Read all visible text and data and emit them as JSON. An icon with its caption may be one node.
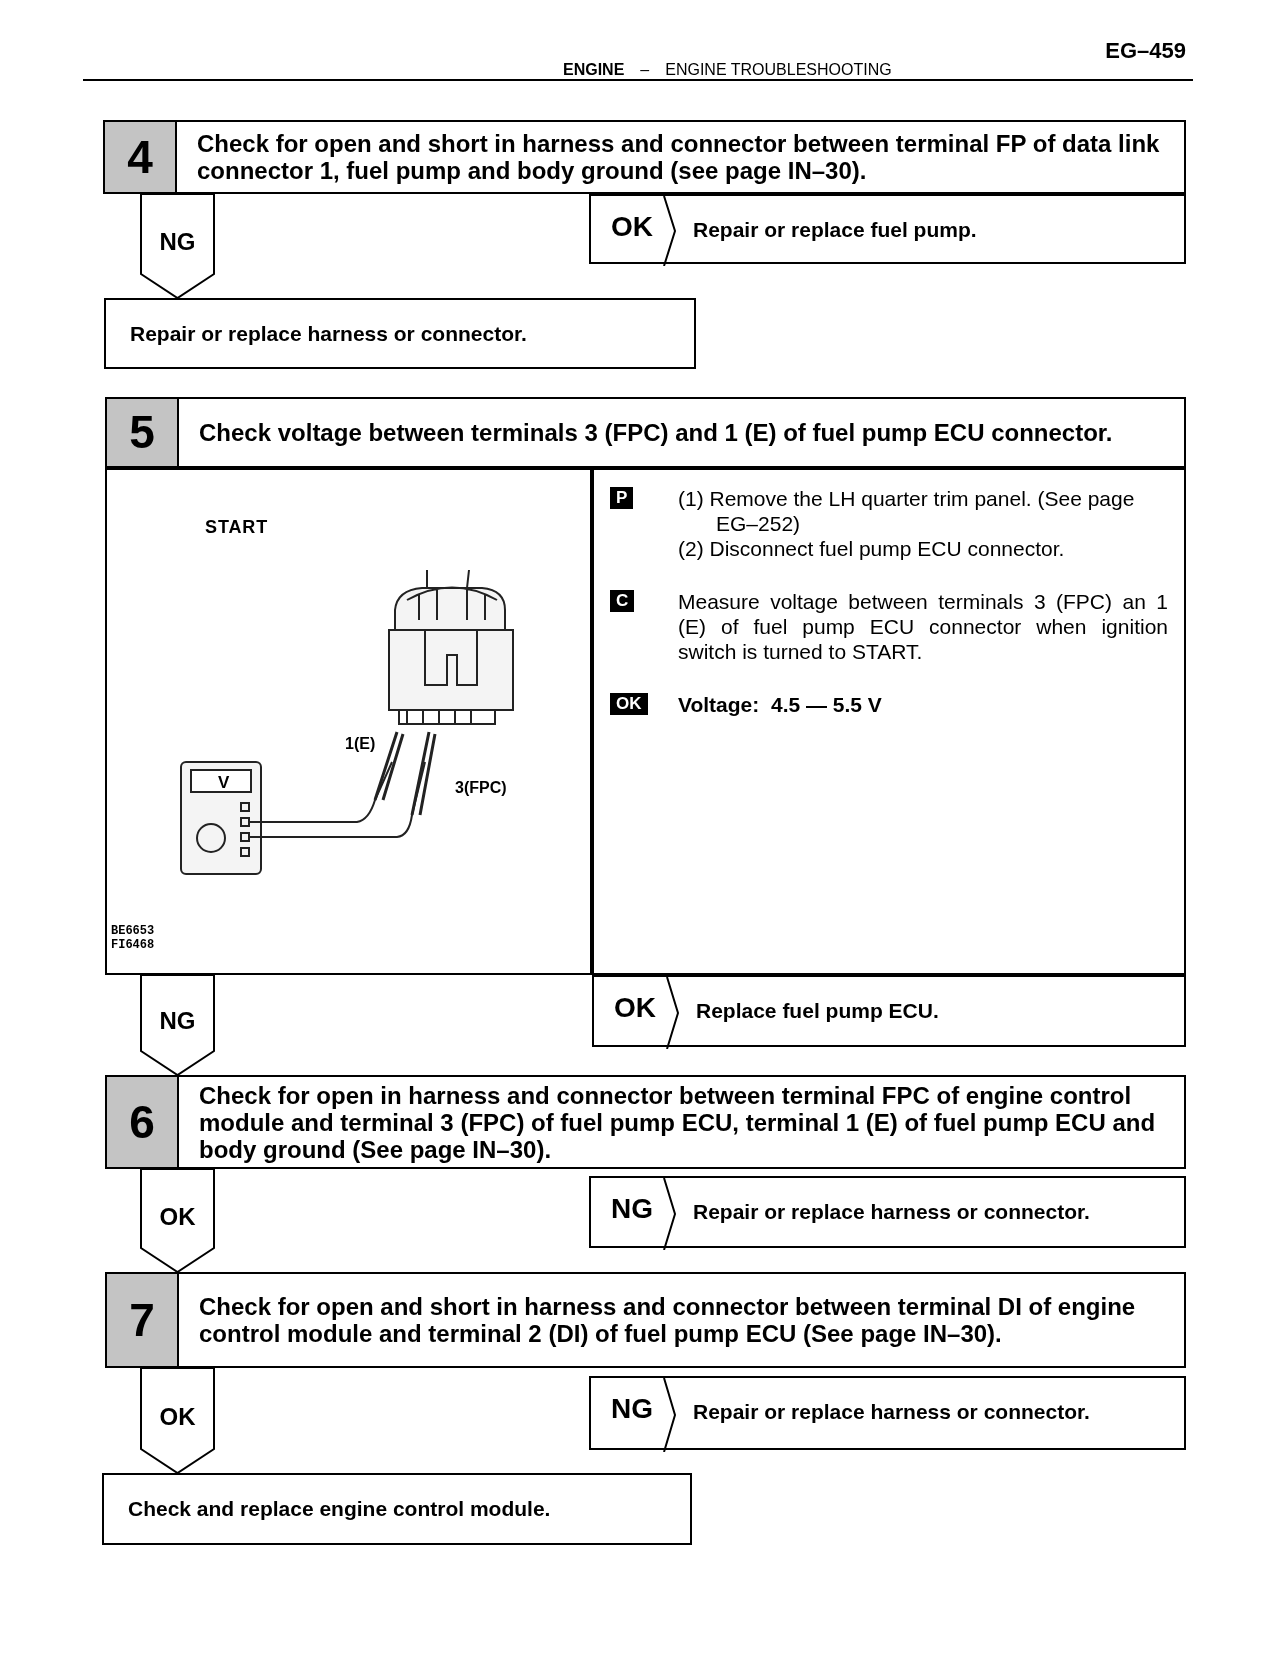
{
  "diagram": {
    "nodes": [
      {
        "text": [
          "4",
          "Check for open and short in harness and connector between terminal FP of data link connector 1, fuel pump and body ground (see page IN–30)."
        ]
      },
      {
        "text": [
          "OK",
          "Repair or replace fuel pump."
        ]
      },
      {
        "text": [
          "Repair or replace harness or connector."
        ]
      },
      {
        "text": [
          "5",
          "Check voltage between terminals 3 (FPC) and 1 (E) of fuel pump ECU connector."
        ]
      },
      {
        "text": [],
        "shape": "picture"
      },
      {
        "text": [
          "P",
          "(1) Remove the LH quarter trim panel. (See page EG–252)",
          "(2) Disconnect fuel pump ECU connector.",
          "C",
          "Measure voltage between terminals 3 (FPC) an 1 (E) of fuel pump ECU connector when ignition switch is turned to START.",
          "OK",
          "Voltage:  4.5 — 5.5 V"
        ]
      },
      {
        "text": [
          "OK",
          "Replace fuel pump ECU."
        ]
      },
      {
        "text": [
          "6",
          "Check for open in harness and connector between terminal FPC of engine control module and terminal 3 (FPC) of fuel pump ECU, terminal 1 (E) of fuel pump ECU and body ground (See page IN–30)."
        ]
      },
      {
        "text": [
          "NG",
          "Repair or replace harness or connector."
        ]
      },
      {
        "text": [
          "7",
          "Check for open and short in harness and connector between terminal DI of engine control module and terminal 2 (DI) of fuel pump ECU (See page IN–30)."
        ]
      },
      {
        "text": [
          "NG",
          "Repair or replace harness or connector."
        ]
      },
      {
        "text": [
          "Check and replace engine control module."
        ]
      }
    ],
    "edges": [
      {
        "from": 0,
        "to": 2,
        "arrow": "to",
        "label": "NG"
      },
      {
        "from": 4,
        "to": 7,
        "arrow": "to",
        "label": "NG"
      },
      {
        "from": 7,
        "to": 9,
        "arrow": "to",
        "label": "OK"
      },
      {
        "from": 9,
        "to": 11,
        "arrow": "to",
        "label": "OK"
      }
    ],
    "labels": [
      "EG–459",
      "ENGINE",
      "–",
      "ENGINE TROUBLESHOOTING",
      "START",
      "V",
      "1(E)",
      "3(FPC)",
      "BE6653",
      "FI6468"
    ]
  }
}
